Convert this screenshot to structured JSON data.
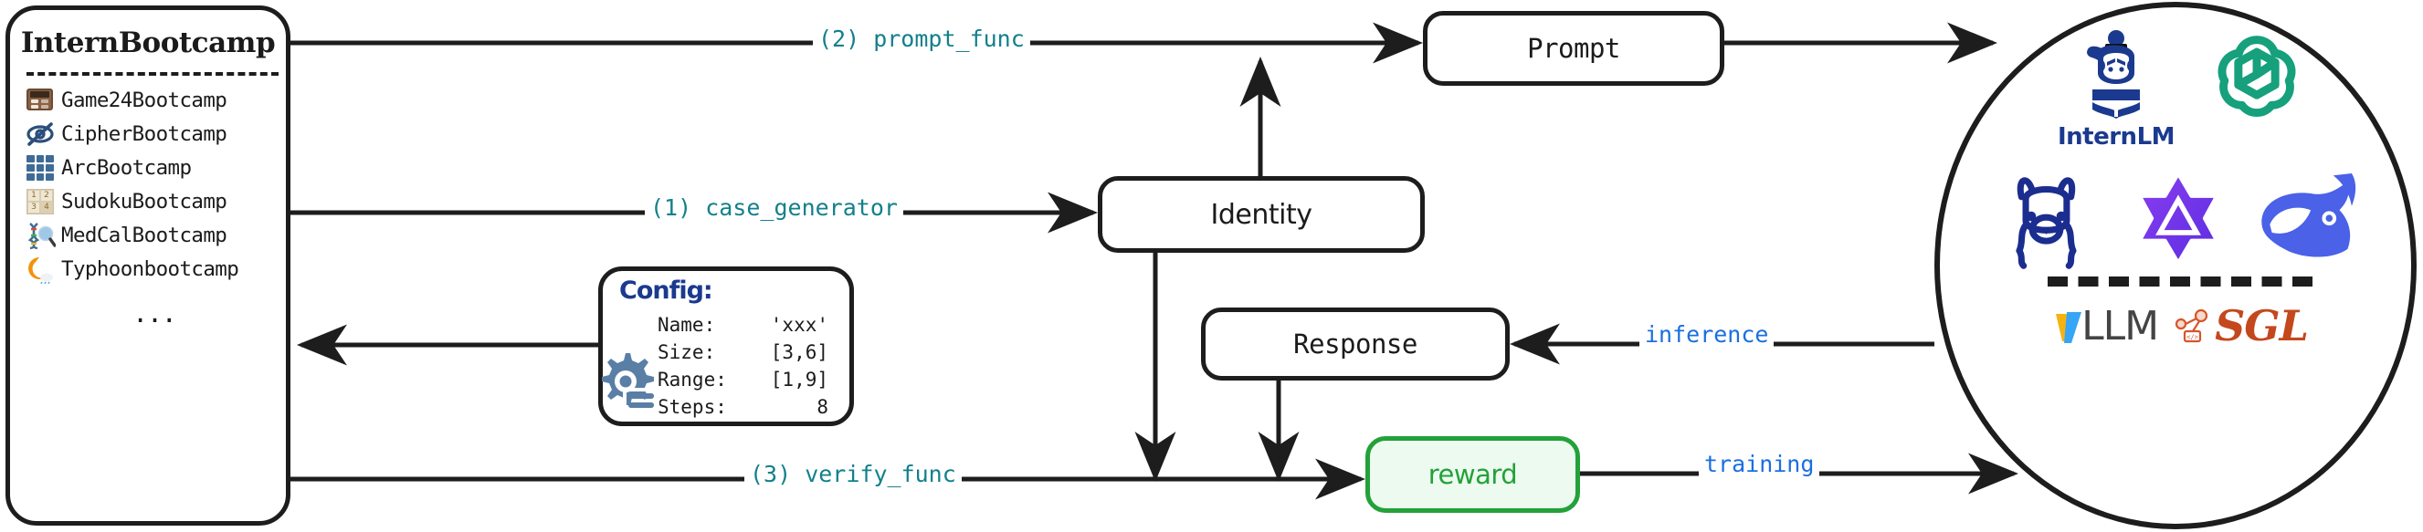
{
  "bootcamp": {
    "title": "InternBootcamp",
    "items": [
      {
        "icon": "calculator-icon",
        "label": "Game24Bootcamp"
      },
      {
        "icon": "eye-slash-icon",
        "label": "CipherBootcamp"
      },
      {
        "icon": "grid-icon",
        "label": "ArcBootcamp"
      },
      {
        "icon": "sudoku-grid-icon",
        "label": "SudokuBootcamp"
      },
      {
        "icon": "dna-magnifier-icon",
        "label": "MedCalBootcamp"
      },
      {
        "icon": "typhoon-icon",
        "label": "Typhoonbootcamp"
      }
    ],
    "ellipsis": "..."
  },
  "config": {
    "title": "Config:",
    "rows": [
      {
        "key": "Name:",
        "value": "'xxx'"
      },
      {
        "key": "Size:",
        "value": "[3,6]"
      },
      {
        "key": "Range:",
        "value": "[1,9]"
      },
      {
        "key": "Steps:",
        "value": "8"
      }
    ],
    "gear_icon": "gear-icon"
  },
  "flow": {
    "prompt": "Prompt",
    "identity": "Identity",
    "response": "Response",
    "reward": "reward"
  },
  "edges": {
    "prompt_func": "(2) prompt_func",
    "case_generator": "(1) case_generator",
    "verify_func": "(3) verify_func",
    "inference": "inference",
    "training": "training"
  },
  "llm_circle": {
    "row1": [
      {
        "icon": "internlm-logo",
        "label": "InternLM"
      },
      {
        "icon": "openai-logo",
        "label": ""
      }
    ],
    "row2": [
      {
        "icon": "llama-logo",
        "label": ""
      },
      {
        "icon": "qwen-logo",
        "label": ""
      },
      {
        "icon": "deepseek-whale-logo",
        "label": ""
      }
    ],
    "row3": [
      {
        "icon": "vllm-logo",
        "label": "LLM"
      },
      {
        "icon": "sglang-logo",
        "label": "SGL"
      }
    ],
    "internlm_text": "InternLM",
    "vllm_text": "LLM",
    "sgl_text": "SGL"
  },
  "colors": {
    "teal": "#13808c",
    "blue": "#1a6fe0",
    "green": "#23a13a",
    "green_fill": "#edfaef",
    "ink": "#1d1d1d",
    "internlm_blue": "#1b3a8f",
    "openai_green": "#16a07c",
    "qwen_purple": "#6b30dd",
    "deepseek_blue": "#4a61e8",
    "sgl_orange": "#c4481d"
  }
}
